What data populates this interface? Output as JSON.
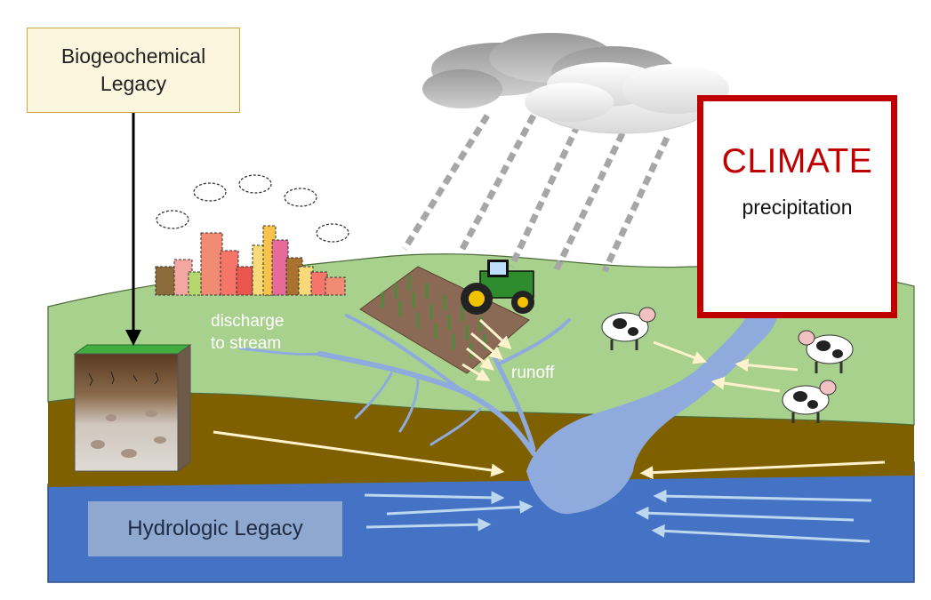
{
  "labels": {
    "biogeochemical": [
      "Biogeochemical",
      "Legacy"
    ],
    "hydrologic": "Hydrologic Legacy",
    "climate_title": "CLIMATE",
    "climate_sub": "precipitation",
    "discharge": [
      "discharge",
      "to stream"
    ],
    "runoff": "runoff"
  },
  "colors": {
    "landscape_green": "#a9d18e",
    "soil_brown": "#7f6000",
    "groundwater_blue": "#4472c4",
    "stream_blue": "#8faadc",
    "climate_red": "#c00000",
    "flow_arrow_light_yellow": "#fff2cc",
    "flow_arrow_light_blue": "#bdd7ee"
  },
  "icons": [
    "cloud-icon",
    "rain-icon",
    "city-icon",
    "smog-icon",
    "tractor-icon",
    "crop-field-icon",
    "cow-icon",
    "soil-profile-icon",
    "down-arrow-icon"
  ]
}
